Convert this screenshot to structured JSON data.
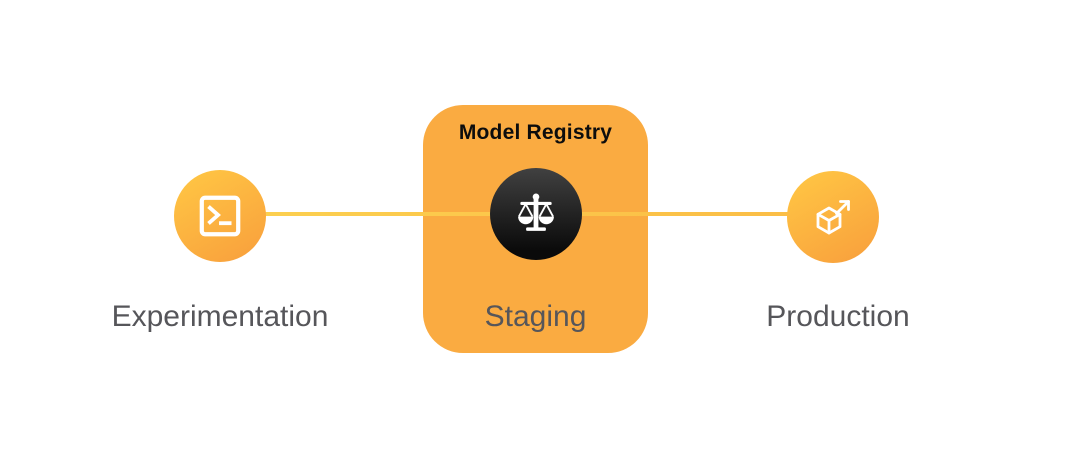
{
  "registry": {
    "title": "Model Registry"
  },
  "stages": [
    {
      "label": "Experimentation",
      "icon": "terminal-icon"
    },
    {
      "label": "Staging",
      "icon": "scales-icon"
    },
    {
      "label": "Production",
      "icon": "cube-arrow-icon"
    }
  ],
  "colors": {
    "background": "#ffffff",
    "node_gradient_top": "#ffc644",
    "node_gradient_bottom": "#f89e3c",
    "registry_box": "#faab41",
    "connector_left": "#fcd150",
    "connector_right": "#fbbc45",
    "dark_node_top": "#414141",
    "dark_node_bottom": "#0a0a0a",
    "label_text": "#56565a",
    "title_text": "#0d0d0d",
    "icon_stroke": "#ffffff"
  }
}
